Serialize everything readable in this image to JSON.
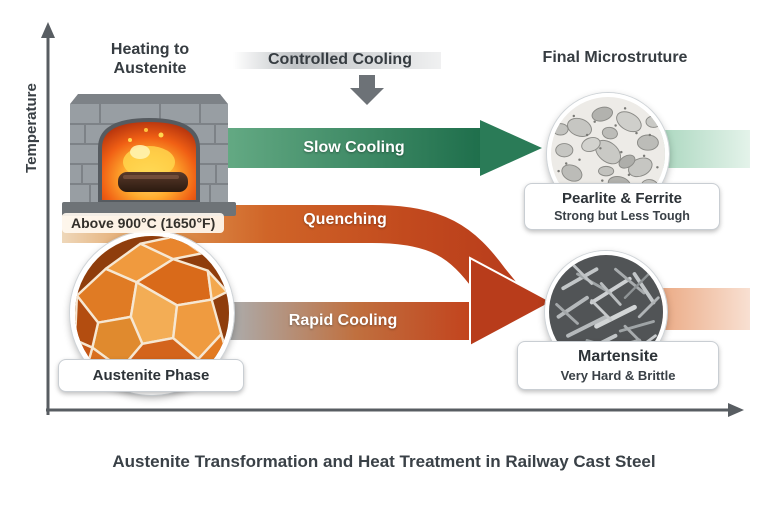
{
  "diagram_title": "Austenite Transformation and Heat Treatment in Railway Cast Steel",
  "y_axis": {
    "label": "Temperature"
  },
  "column_headers": {
    "heating": "Heating to Austenite",
    "controlled_cooling": "Controlled Cooling",
    "final_microstructure": "Final Microstruture"
  },
  "furnace": {
    "temperature_caption": "Above 900°C (1650°F)"
  },
  "process_arrows": {
    "slow_cooling": {
      "label": "Slow Cooling",
      "color": "#2a7b57"
    },
    "quenching": {
      "label": "Quenching",
      "color": "#b83c1b"
    },
    "rapid_cooling": {
      "label": "Rapid Cooling",
      "color": "#c2431d"
    }
  },
  "phases": {
    "austenite": {
      "label": "Austenite Phase"
    },
    "pearlite": {
      "name": "Pearlite & Ferrite",
      "property": "Strong but Less Tough"
    },
    "martensite": {
      "name": "Martensite",
      "property": "Very Hard & Brittle"
    }
  },
  "icons": {
    "furnace": "furnace-illustration",
    "down_arrow": "down-arrow-icon",
    "austenite_micrograph": "austenite-micrograph",
    "pearlite_micrograph": "pearlite-micrograph",
    "martensite_micrograph": "martensite-micrograph"
  },
  "colors": {
    "axis": "#585d62",
    "slow_green": "#2a7b57",
    "quench_red": "#b83c1b",
    "text_dark": "#343a40"
  }
}
